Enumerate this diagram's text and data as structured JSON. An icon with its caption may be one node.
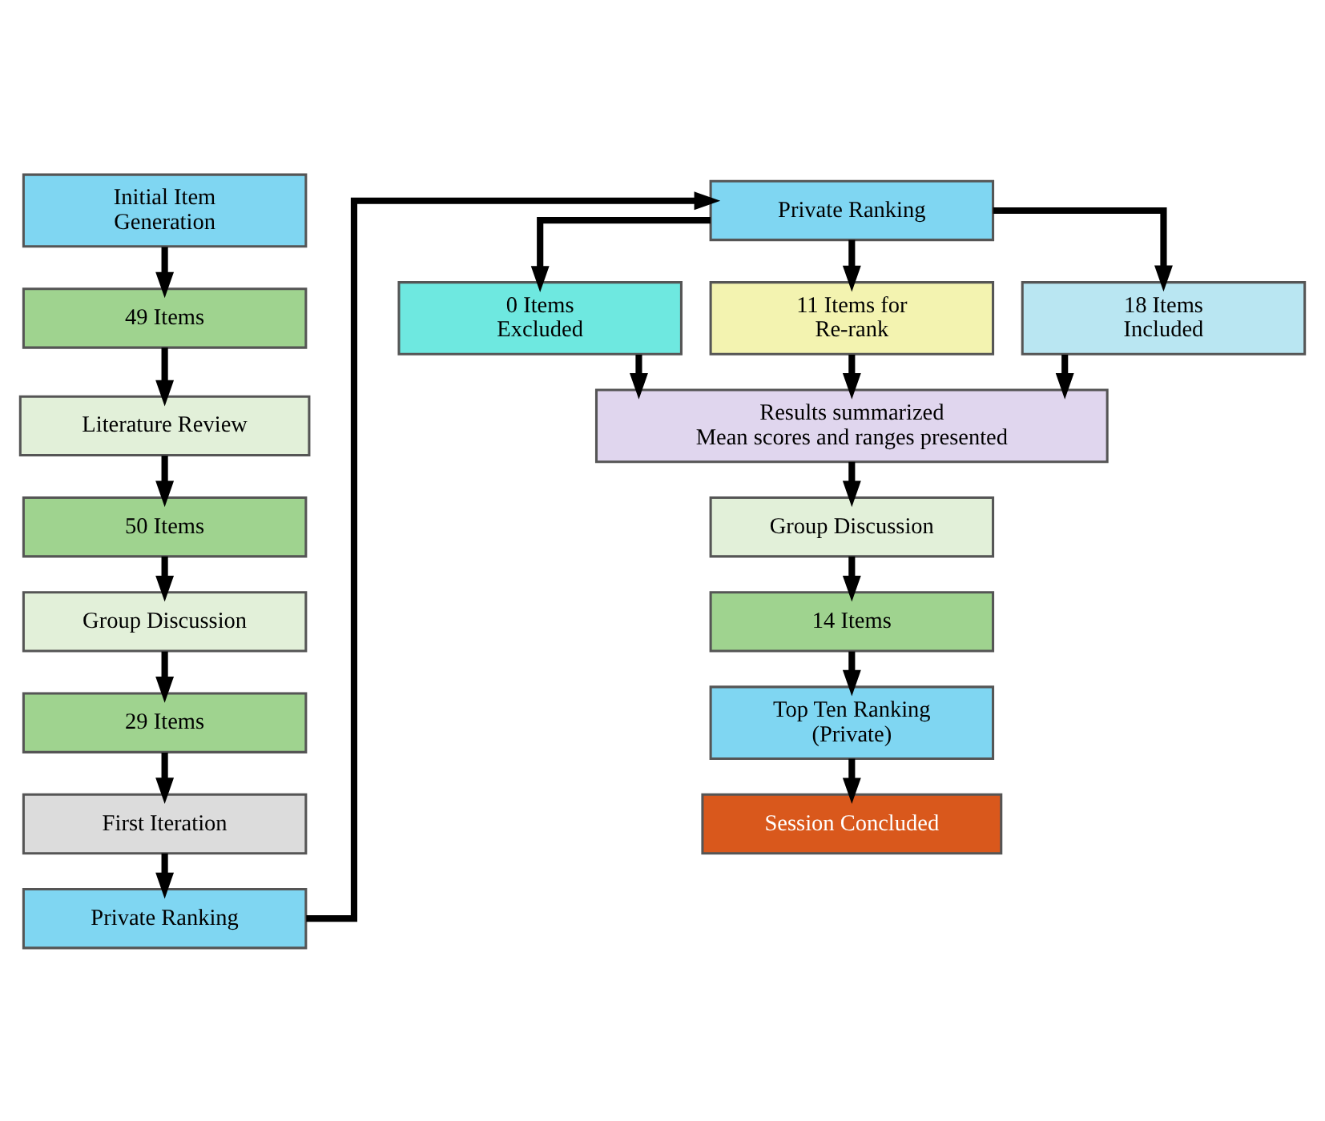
{
  "diagram": {
    "nodes": [
      {
        "text": [
          "Initial Item Generation"
        ]
      },
      {
        "text": [
          "49 Items"
        ]
      },
      {
        "text": [
          "Literature Review"
        ]
      },
      {
        "text": [
          "50 Items"
        ]
      },
      {
        "text": [
          "Group Discussion"
        ]
      },
      {
        "text": [
          "29 Items"
        ]
      },
      {
        "text": [
          "First Iteration"
        ]
      },
      {
        "text": [
          "Private Ranking"
        ]
      },
      {
        "text": [
          "Private Ranking"
        ]
      },
      {
        "text": [
          "0 Items Excluded"
        ]
      },
      {
        "text": [
          "11 Items for Re-rank"
        ]
      },
      {
        "text": [
          "18 Items Included"
        ]
      },
      {
        "text": [
          "Results summarized",
          "Mean scores and ranges presented"
        ]
      },
      {
        "text": [
          "Group Discussion"
        ]
      },
      {
        "text": [
          "14 Items"
        ]
      },
      {
        "text": [
          "Top Ten Ranking (Private)"
        ]
      },
      {
        "text": [
          "Session Concluded"
        ]
      }
    ],
    "edges": [
      {
        "from": 0,
        "to": 1,
        "arrow": "to"
      },
      {
        "from": 1,
        "to": 2,
        "arrow": "to"
      },
      {
        "from": 2,
        "to": 3,
        "arrow": "to"
      },
      {
        "from": 3,
        "to": 4,
        "arrow": "to"
      },
      {
        "from": 4,
        "to": 5,
        "arrow": "to"
      },
      {
        "from": 5,
        "to": 6,
        "arrow": "to"
      },
      {
        "from": 6,
        "to": 7,
        "arrow": "to"
      },
      {
        "from": 7,
        "to": 8,
        "arrow": "to"
      },
      {
        "from": 8,
        "to": 9,
        "arrow": "to"
      },
      {
        "from": 8,
        "to": 10,
        "arrow": "to"
      },
      {
        "from": 8,
        "to": 11,
        "arrow": "to"
      },
      {
        "from": 9,
        "to": 12,
        "arrow": "to"
      },
      {
        "from": 10,
        "to": 12,
        "arrow": "to"
      },
      {
        "from": 11,
        "to": 12,
        "arrow": "to"
      },
      {
        "from": 12,
        "to": 13,
        "arrow": "to"
      },
      {
        "from": 13,
        "to": 14,
        "arrow": "to"
      },
      {
        "from": 14,
        "to": 15,
        "arrow": "to"
      },
      {
        "from": 15,
        "to": 16,
        "arrow": "to"
      }
    ]
  }
}
